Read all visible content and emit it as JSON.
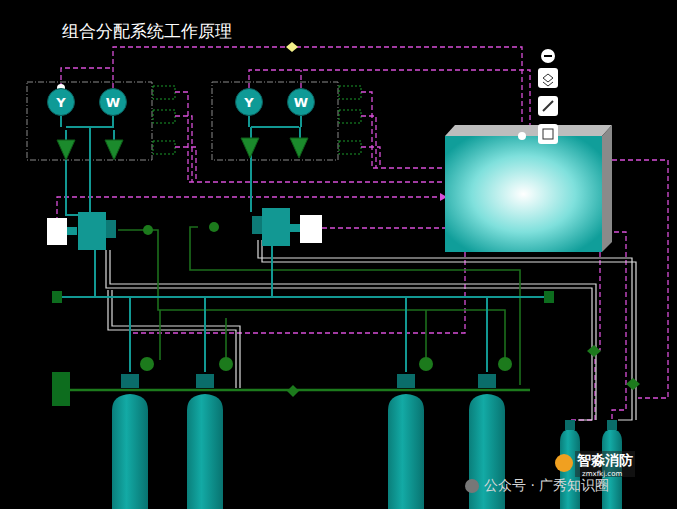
{
  "diagram": {
    "title": "组合分配系统工作原理",
    "nodes": [
      {
        "text": [
          "Y"
        ]
      },
      {
        "text": [
          "W"
        ]
      },
      {
        "text": [
          "Y"
        ]
      },
      {
        "text": [
          "W"
        ]
      }
    ],
    "labels": [
      "智淼消防",
      "zmxfkj.com",
      "公众号 · 广秀知识圈"
    ]
  }
}
